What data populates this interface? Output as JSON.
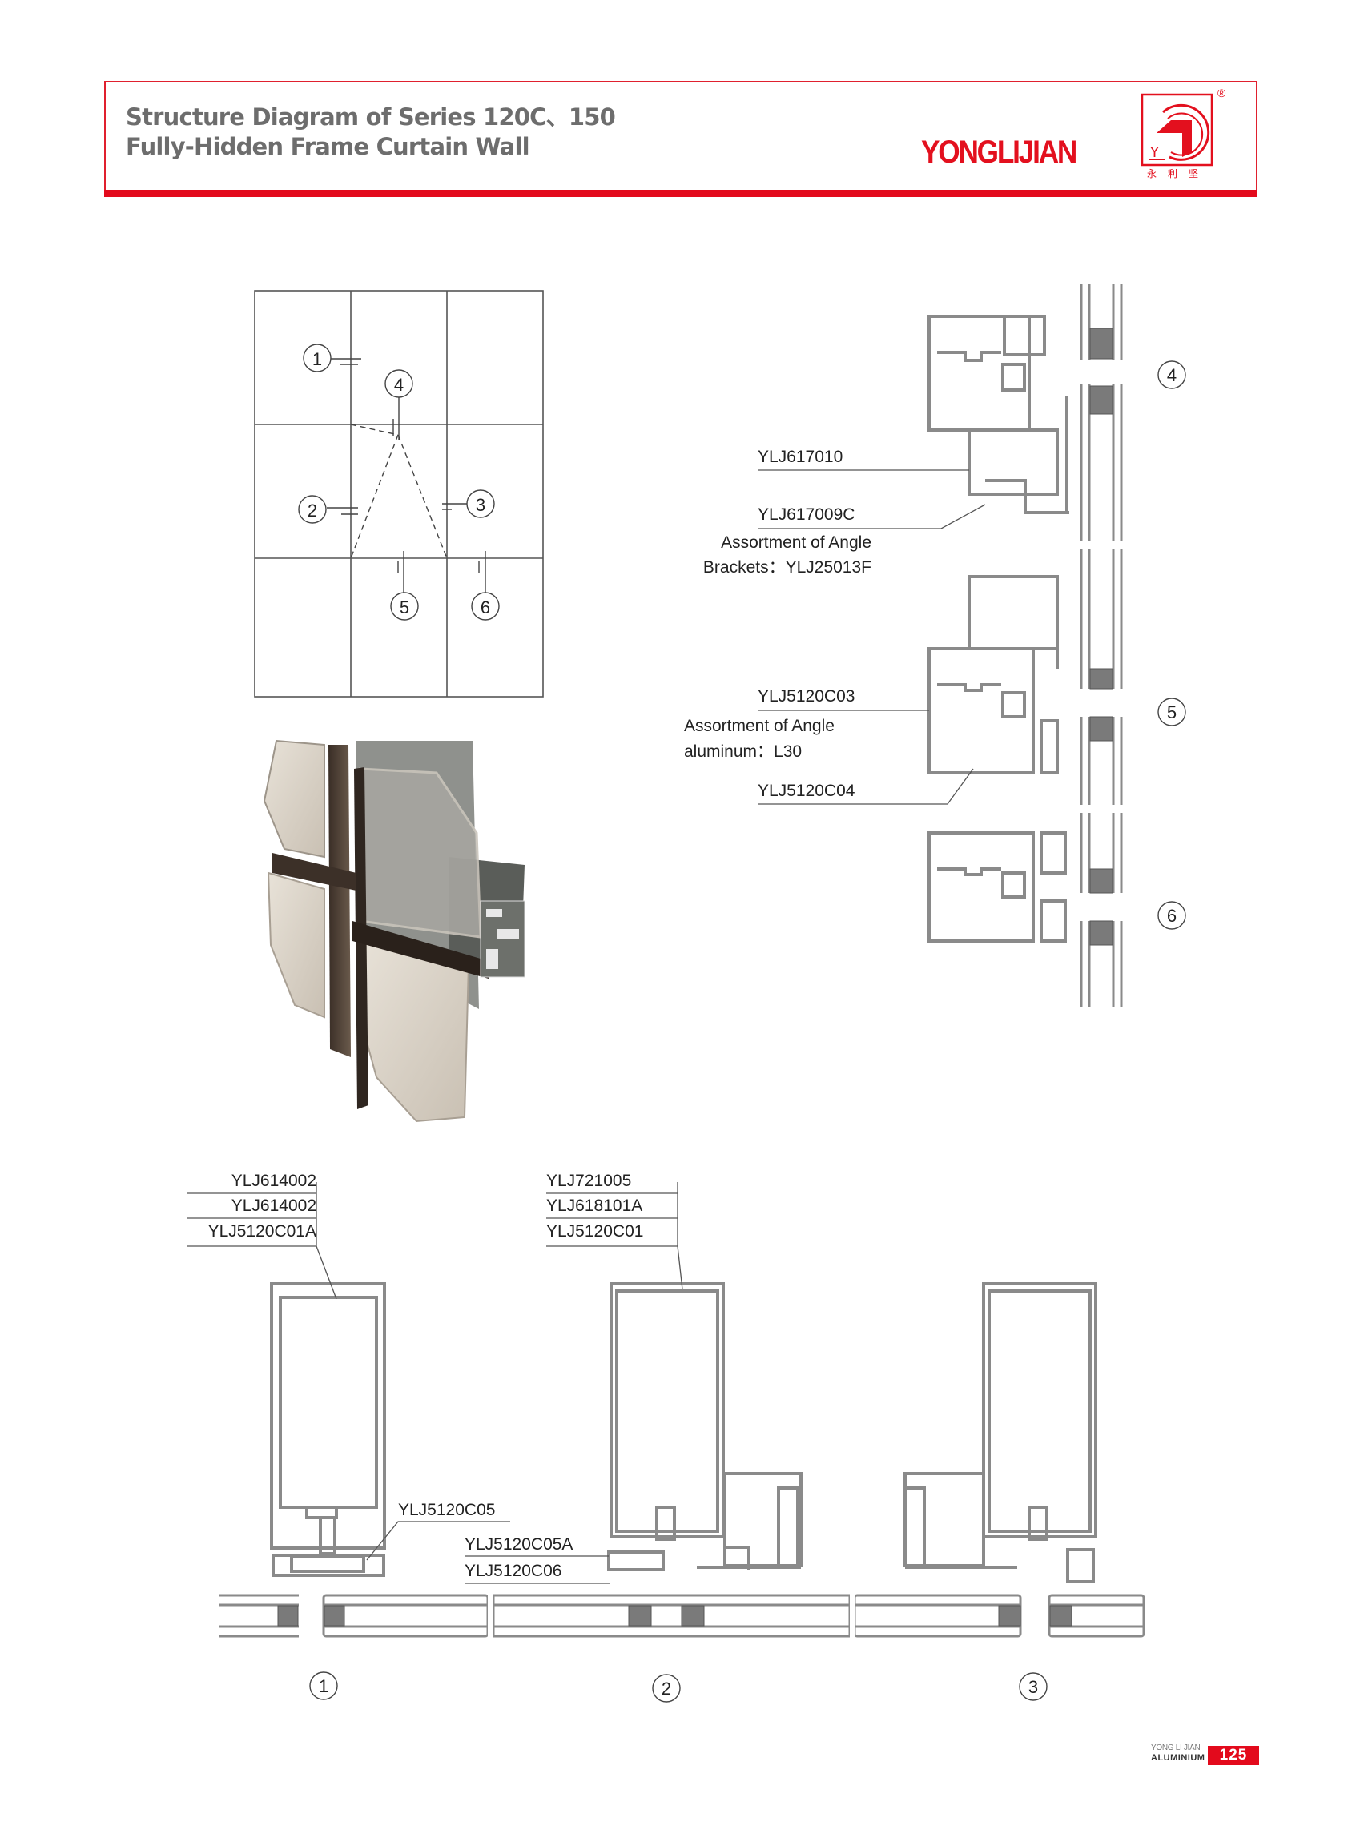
{
  "header": {
    "title_line1": "Structure Diagram of Series 120C、150",
    "title_line2": "Fully-Hidden Frame Curtain Wall",
    "brand_name": "YONGLIJIAN",
    "brand_chinese": "永利坚",
    "registered_mark": "®",
    "accent_color": "#e30a1c",
    "title_color": "#6d6d6d"
  },
  "elevation_grid": {
    "callouts": [
      "1",
      "2",
      "3",
      "4",
      "5",
      "6"
    ]
  },
  "vertical_section": {
    "labels": {
      "ylj617010": "YLJ617010",
      "ylj617009c": "YLJ617009C",
      "bracket_line1": "Assortment of Angle",
      "bracket_line2": "Brackets：YLJ25013F",
      "ylj5120c03": "YLJ5120C03",
      "angle_line1": "Assortment of Angle",
      "angle_line2": "aluminum：L30",
      "ylj5120c04": "YLJ5120C04"
    },
    "callouts": [
      "4",
      "5",
      "6"
    ]
  },
  "horizontal_section": {
    "left_labels": [
      "YLJ614002",
      "YLJ614002",
      "YLJ5120C01A"
    ],
    "center_labels": [
      "YLJ721005",
      "YLJ618101A",
      "YLJ5120C01"
    ],
    "ylj5120c05": "YLJ5120C05",
    "ylj5120c05a": "YLJ5120C05A",
    "ylj5120c06": "YLJ5120C06",
    "callouts": [
      "1",
      "2",
      "3"
    ]
  },
  "footer": {
    "brand_line1": "YONG LI JIAN",
    "brand_line2": "ALUMINIUM",
    "page_number": "125"
  }
}
